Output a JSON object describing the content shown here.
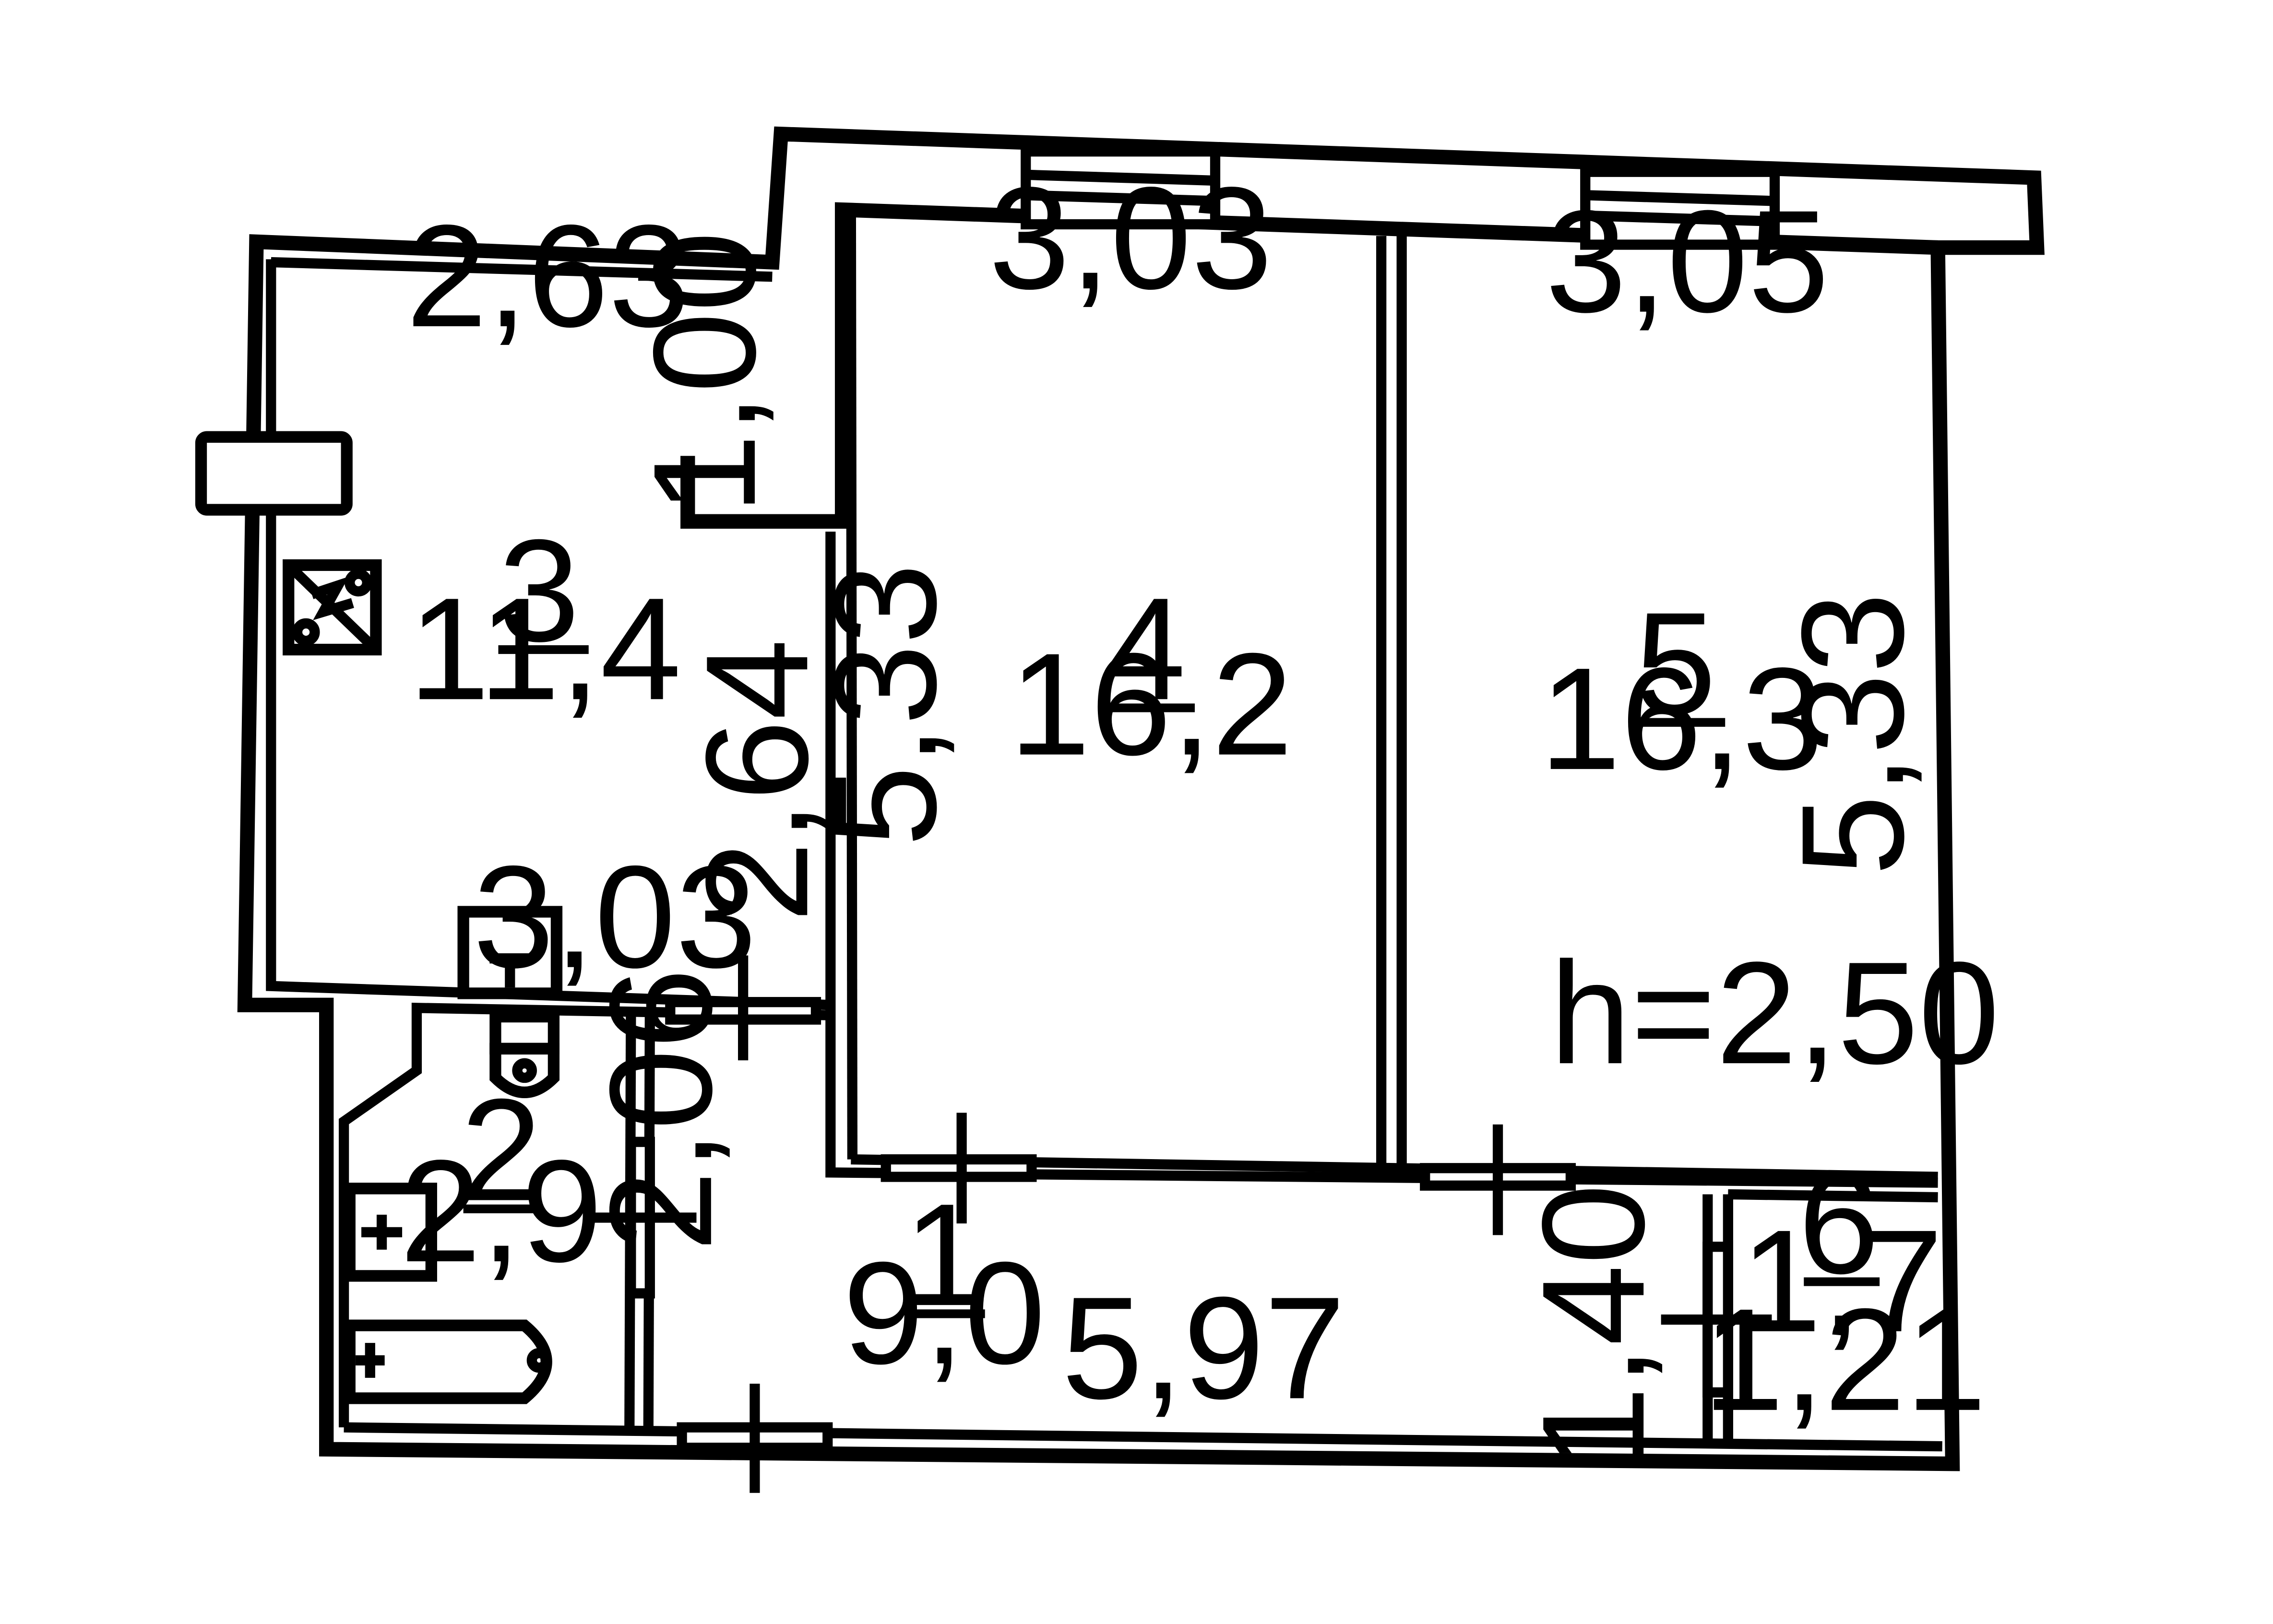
{
  "rooms": [
    {
      "number": "1",
      "area": "9,0"
    },
    {
      "number": "2",
      "area": "2,9"
    },
    {
      "number": "3",
      "area": "11,4"
    },
    {
      "number": "4",
      "area": "16,2"
    },
    {
      "number": "5",
      "area": "16,3"
    },
    {
      "number": "6",
      "area": "1,7"
    }
  ],
  "dimensions": {
    "room3_top": "2,63",
    "room3_right_upper": "1,00",
    "room3_right_lower": "2,64",
    "room3_bottom": "3,03",
    "room4_top": "3,03",
    "room4_left": "5,33",
    "room5_top": "3,05",
    "room5_right": "5,33",
    "corridor_left": "2,06",
    "corridor_length": "5,97",
    "closet_height": "1,40",
    "closet_width": "1,21"
  },
  "ceiling_height": "h=2,50"
}
